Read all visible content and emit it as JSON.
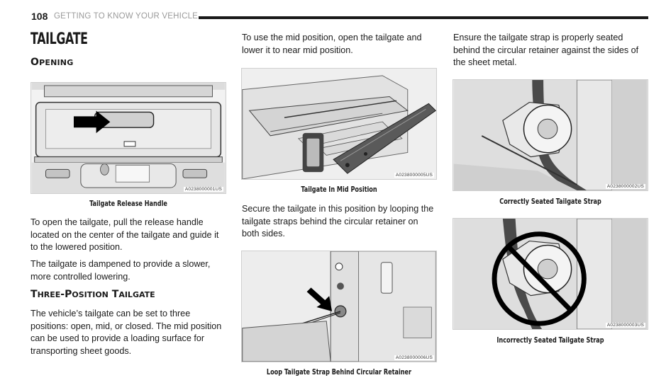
{
  "header": {
    "page_number": "108",
    "section": "GETTING TO KNOW YOUR VEHICLE"
  },
  "title": "TAILGATE",
  "opening": {
    "first": "O",
    "rest": "PENING"
  },
  "three_position": {
    "w1_first": "T",
    "w1_rest": "HREE",
    "dash": "-",
    "w2_first": "P",
    "w2_rest": "OSITION",
    "w3_first": "T",
    "w3_rest": "AILGATE"
  },
  "column1": {
    "fig_code": "A0238000001US",
    "fig_caption": "Tailgate Release Handle",
    "para1": "To open the tailgate, pull the release handle located on the center of the tailgate and guide it to the lowered position.",
    "para2": "The tailgate is dampened to provide a slower, more controlled lowering.",
    "para3": "The vehicle’s tailgate can be set to three positions: open, mid, or closed. The mid position can be used to provide a loading surface for transporting sheet goods."
  },
  "column2": {
    "para1": "To use the mid position, open the tailgate and lower it to near mid position.",
    "fig1_code": "A0238000005US",
    "fig1_caption": "Tailgate In Mid Position",
    "para2": "Secure the tailgate in this position by looping the tailgate straps behind the circular retainer on both sides.",
    "fig2_code": "A0238000006US",
    "fig2_caption": "Loop Tailgate Strap Behind Circular Retainer"
  },
  "column3": {
    "para1": "Ensure the tailgate strap is properly seated behind the circular retainer against the sides of the sheet metal.",
    "fig1_code": "A0238000002US",
    "fig1_caption": "Correctly Seated Tailgate Strap",
    "fig2_code": "A0238000003US",
    "fig2_caption": "Incorrectly Seated Tailgate Strap"
  }
}
